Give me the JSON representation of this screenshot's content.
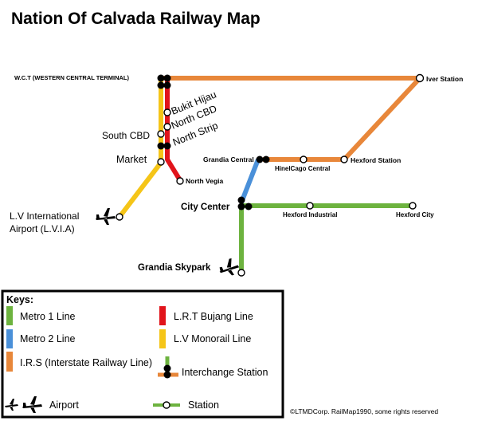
{
  "title": "Nation Of Calvada Railway Map",
  "colors": {
    "metro1": "#6db33f",
    "metro2": "#4a90d9",
    "irs": "#e8873a",
    "lrt": "#e1141b",
    "monorail": "#f5c518"
  },
  "stations": {
    "wct": "W.C.T (WESTERN CENTRAL TERMINAL)",
    "iver": "Iver Station",
    "bukit_hijau": "Bukit Hijau",
    "north_cbd": "North CBD",
    "north_strip": "North Strip",
    "south_cbd": "South CBD",
    "market": "Market",
    "north_vegia": "North Vegia",
    "grandia_central": "Grandia Central",
    "hinelcago_central": "HinelCago Central",
    "hexford_station": "Hexford Station",
    "lv_airport_line1": "L.V International",
    "lv_airport_line2": "Airport (L.V.I.A)",
    "city_center": "City Center",
    "hexford_industrial": "Hexford Industrial",
    "hexford_city": "Hexford City",
    "grandia_skypark": "Grandia Skypark"
  },
  "legend": {
    "title": "Keys:",
    "metro1": "Metro 1 Line",
    "metro2": "Metro 2 Line",
    "irs": "I.R.S (Interstate Railway Line)",
    "lrt": "L.R.T Bujang Line",
    "monorail": "L.V Monorail Line",
    "interchange": "Interchange Station",
    "airport": "Airport",
    "station": "Station"
  },
  "copyright": "©LTMDCorp. RailMap1990, some rights reserved"
}
